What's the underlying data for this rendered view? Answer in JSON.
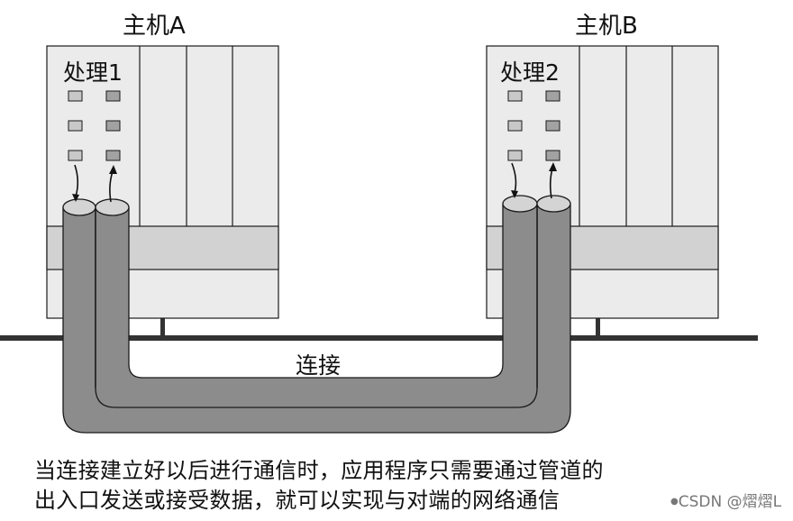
{
  "host_a": {
    "label": "主机A",
    "process_label": "处理1"
  },
  "host_b": {
    "label": "主机B",
    "process_label": "处理2"
  },
  "connection_label": "连接",
  "caption": {
    "line1": "当连接建立好以后进行通信时，应用程序只需要通过管道的",
    "line2": "出入口发送或接受数据，就可以实现与对端的网络通信"
  },
  "watermark": "CSDN @熠熠L",
  "colors": {
    "panel": "#ebebeb",
    "band": "#d2d2d2",
    "pipe": "#8c8c8c",
    "pipe_top": "#d4d4d4",
    "led_light": "#c8c8c8",
    "led_dark": "#a2a2a2",
    "outline": "#1a1a1a"
  }
}
